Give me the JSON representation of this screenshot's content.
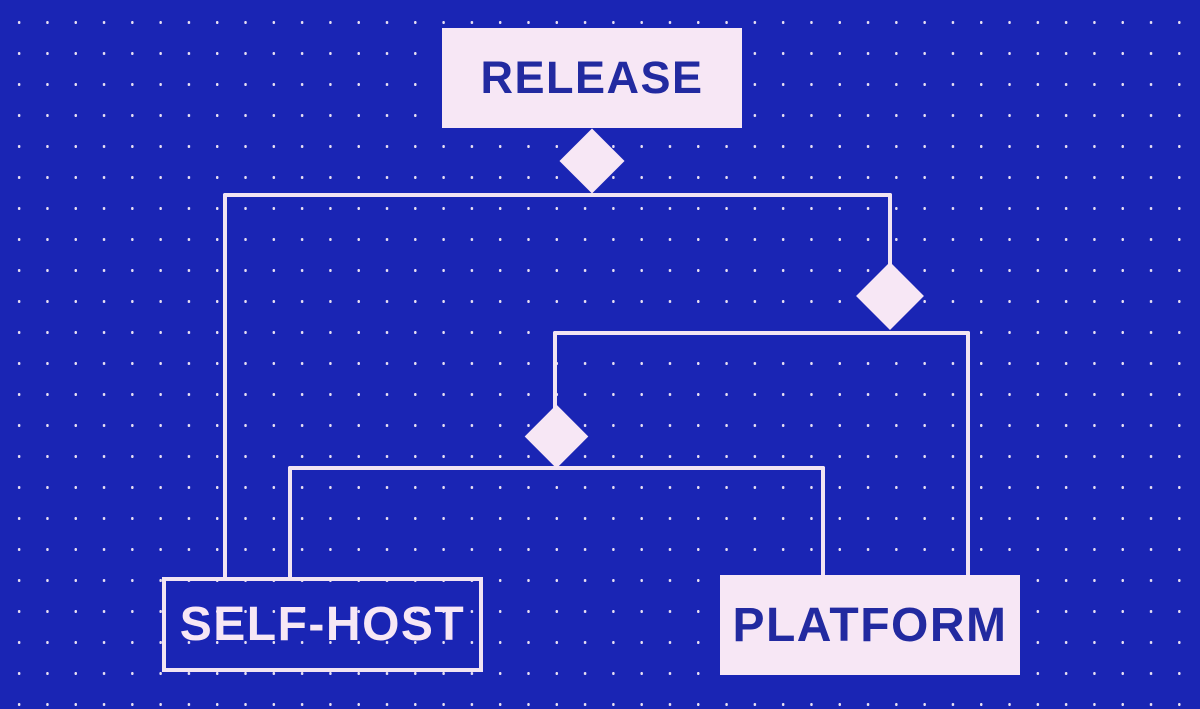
{
  "diagram": {
    "background_color": "#1a25b4",
    "node_fill_color": "#f7e7f5",
    "node_text_color": "#222aa0",
    "line_color": "#f2e4f2",
    "nodes": {
      "release": {
        "label": "RELEASE",
        "style": "filled"
      },
      "self_host": {
        "label": "SELF-HOST",
        "style": "outlined"
      },
      "platform": {
        "label": "PLATFORM",
        "style": "filled"
      }
    },
    "decisions": [
      {
        "id": "d1",
        "parent": "release"
      },
      {
        "id": "d2",
        "parent": "d1"
      },
      {
        "id": "d3",
        "parent": "d2"
      }
    ],
    "edges": [
      {
        "from": "release",
        "to": "d1"
      },
      {
        "from": "d1",
        "to": "self_host",
        "via": "left"
      },
      {
        "from": "d1",
        "to": "d2",
        "via": "right"
      },
      {
        "from": "d2",
        "to": "d3",
        "via": "left"
      },
      {
        "from": "d2",
        "to": "platform",
        "via": "right"
      },
      {
        "from": "d3",
        "to": "self_host",
        "via": "left"
      },
      {
        "from": "d3",
        "to": "platform",
        "via": "right"
      }
    ]
  }
}
